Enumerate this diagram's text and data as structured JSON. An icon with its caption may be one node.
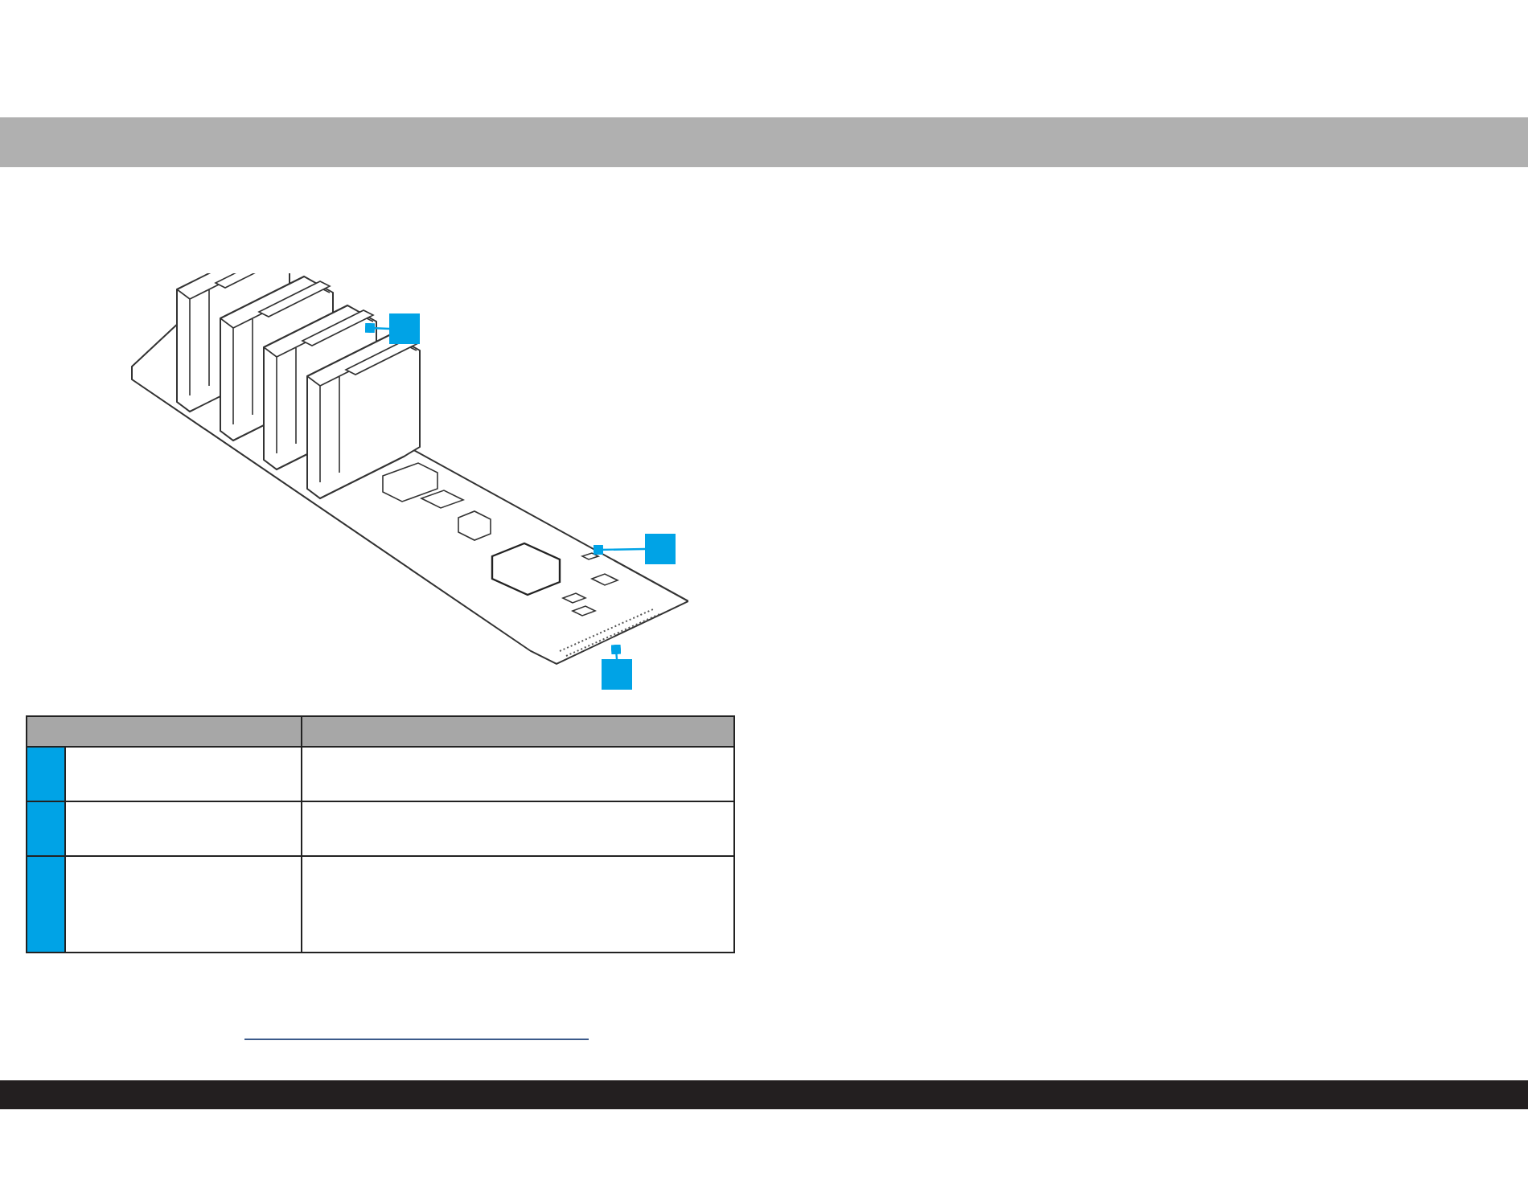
{
  "diagram": {
    "nodes": [
      {
        "text": [],
        "shape": "box"
      },
      {
        "text": [],
        "shape": "box"
      },
      {
        "text": [],
        "shape": "box"
      }
    ],
    "edges": [
      {
        "from": 0,
        "to": null,
        "arrow": "other"
      },
      {
        "from": 1,
        "to": null,
        "arrow": "other"
      },
      {
        "from": 2,
        "to": null,
        "arrow": "other"
      }
    ]
  }
}
